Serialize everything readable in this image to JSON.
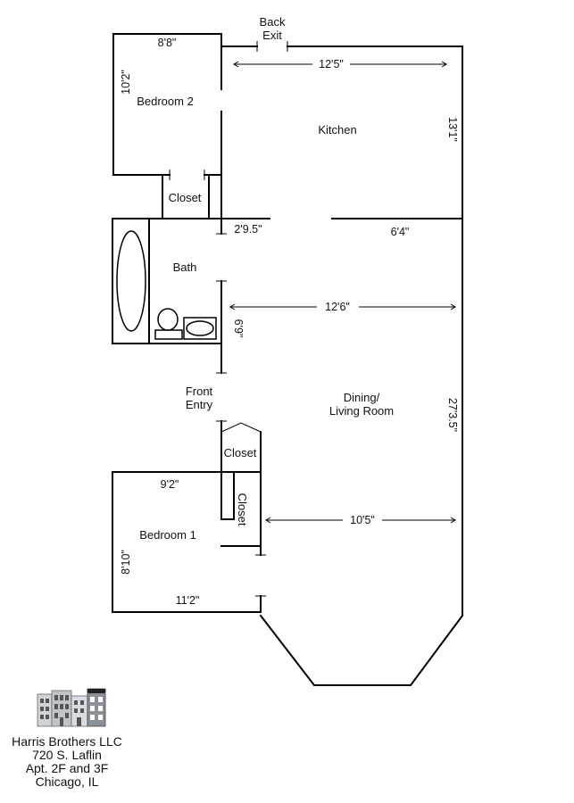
{
  "rooms": {
    "bedroom2": "Bedroom 2",
    "kitchen": "Kitchen",
    "closet_top": "Closet",
    "bath": "Bath",
    "dining_line1": "Dining/",
    "dining_line2": "Living Room",
    "closet_mid": "Closet",
    "closet_bed1": "Closet",
    "bedroom1": "Bedroom 1"
  },
  "entries": {
    "back_exit_line1": "Back",
    "back_exit_line2": "Exit",
    "front_entry_line1": "Front",
    "front_entry_line2": "Entry"
  },
  "dimensions": {
    "bed2_width": "8'8\"",
    "bed2_depth": "10'2\"",
    "kitchen_width": "12'5\"",
    "kitchen_depth": "13'1\"",
    "kitchen_wall_segment": "6'4\"",
    "bath_opening": "2'9.5\"",
    "bath_height": "6'9\"",
    "living_width": "12'6\"",
    "living_depth": "27'3.5\"",
    "bed1_width_top": "9'2\"",
    "bed1_width_bottom": "11'2\"",
    "bed1_depth": "8'10\"",
    "bed1_closet_to_wall": "10'5\""
  },
  "company": {
    "name": "Harris Brothers LLC",
    "address": "720 S. Laflin",
    "unit": "Apt. 2F and 3F",
    "city": "Chicago, IL"
  },
  "logo_icon": "building-row-icon"
}
